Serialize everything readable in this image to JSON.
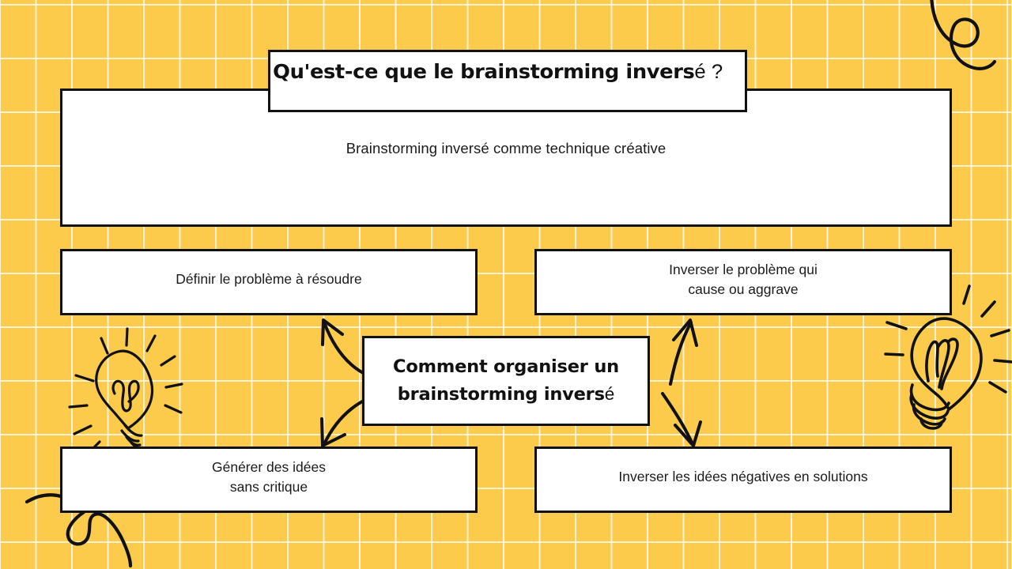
{
  "slide": {
    "background_color": "#fccb4b",
    "grid_line_color": "#ffffff",
    "ink_color": "#111111",
    "box_fill": "#ffffff"
  },
  "title": {
    "main": "Qu'est-ce que le brainstorming invers",
    "fallback_tail": "é ?"
  },
  "content": {
    "text": "Brainstorming inversé comme technique créative"
  },
  "center": {
    "line1": "Comment organiser un",
    "line2": "brainstorming invers",
    "line2_fallback_tail": "é"
  },
  "quadrants": [
    {
      "id": "top-left",
      "line1": "Définir le problème à résoudre",
      "line2": ""
    },
    {
      "id": "top-right",
      "line1": "Inverser le problème qui",
      "line2": "cause ou aggrave"
    },
    {
      "id": "bottom-left",
      "line1": "Générer des idées",
      "line2": "sans critique"
    },
    {
      "id": "bottom-right",
      "line1": "Inverser les idées négatives en solutions",
      "line2": ""
    }
  ],
  "decorations": [
    {
      "name": "lightbulb-left",
      "type": "lightbulb-doodle"
    },
    {
      "name": "lightbulb-right",
      "type": "lightbulb-doodle"
    },
    {
      "name": "squiggle-top-right",
      "type": "curly-squiggle"
    },
    {
      "name": "squiggle-bottom-left",
      "type": "curly-squiggle"
    }
  ],
  "arrows": [
    {
      "name": "arrow-to-top-left",
      "direction": "up-left"
    },
    {
      "name": "arrow-to-top-right",
      "direction": "up"
    },
    {
      "name": "arrow-to-bottom-left",
      "direction": "down-left"
    },
    {
      "name": "arrow-to-bottom-right",
      "direction": "down"
    }
  ]
}
